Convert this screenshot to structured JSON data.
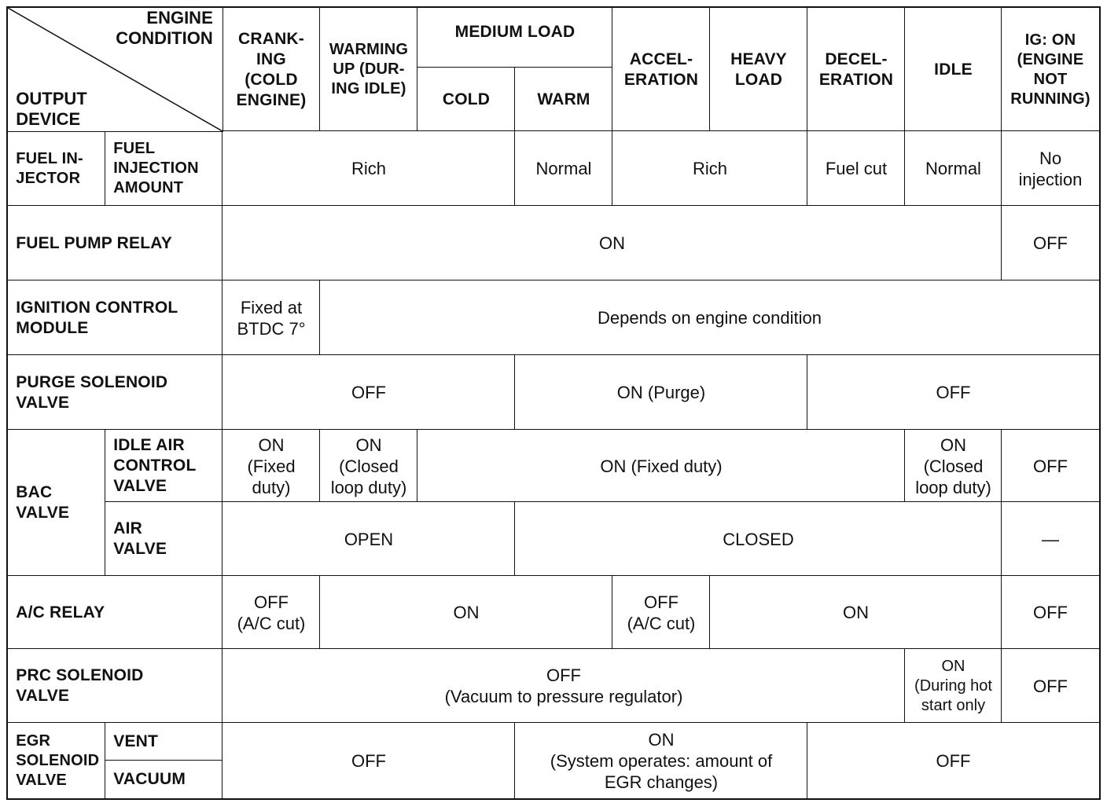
{
  "header": {
    "corner_top": "ENGINE\nCONDITION",
    "corner_bottom": "OUTPUT\nDEVICE",
    "cranking": "CRANK-\nING\n(COLD\nENGINE)",
    "warming": "WARMING\nUP (DUR-\nING IDLE)",
    "medium_load": "MEDIUM LOAD",
    "cold": "COLD",
    "warm": "WARM",
    "acceleration": "ACCEL-\nERATION",
    "heavy_load": "HEAVY\nLOAD",
    "deceleration": "DECEL-\nERATION",
    "idle": "IDLE",
    "ig_on": "IG: ON\n(ENGINE\nNOT\nRUNNING)"
  },
  "rows": {
    "fuel_injector": {
      "device": "FUEL IN-\nJECTOR",
      "sub": "FUEL\nINJECTION\nAMOUNT",
      "rich1": "Rich",
      "normal1": "Normal",
      "rich2": "Rich",
      "fuel_cut": "Fuel cut",
      "normal2": "Normal",
      "no_injection": "No\ninjection"
    },
    "fuel_pump": {
      "device": "FUEL PUMP RELAY",
      "on": "ON",
      "off": "OFF"
    },
    "ignition": {
      "device": "IGNITION CONTROL\nMODULE",
      "fixed": "Fixed at\nBTDC 7°",
      "depends": "Depends on engine condition"
    },
    "purge": {
      "device": "PURGE SOLENOID\nVALVE",
      "off1": "OFF",
      "on_purge": "ON (Purge)",
      "off2": "OFF"
    },
    "bac": {
      "device": "BAC\nVALVE",
      "idle_air": "IDLE AIR\nCONTROL\nVALVE",
      "on_fixed1": "ON\n(Fixed\nduty)",
      "on_closed1": "ON\n(Closed\nloop duty)",
      "on_fixed2": "ON (Fixed duty)",
      "on_closed2": "ON\n(Closed\nloop duty)",
      "off": "OFF",
      "air_valve": "AIR\nVALVE",
      "open": "OPEN",
      "closed": "CLOSED",
      "dash": "—"
    },
    "ac_relay": {
      "device": "A/C RELAY",
      "off_cut1": "OFF\n(A/C cut)",
      "on1": "ON",
      "off_cut2": "OFF\n(A/C cut)",
      "on2": "ON",
      "off": "OFF"
    },
    "prc": {
      "device": "PRC SOLENOID\nVALVE",
      "off_vacuum": "OFF\n(Vacuum to pressure regulator)",
      "on_hot": "ON\n(During hot\nstart only",
      "off": "OFF"
    },
    "egr": {
      "device": "EGR\nSOLENOID\nVALVE",
      "vent": "VENT",
      "vacuum": "VACUUM",
      "off1": "OFF",
      "on_system": "ON\n(System operates: amount of\nEGR changes)",
      "off2": "OFF"
    }
  }
}
